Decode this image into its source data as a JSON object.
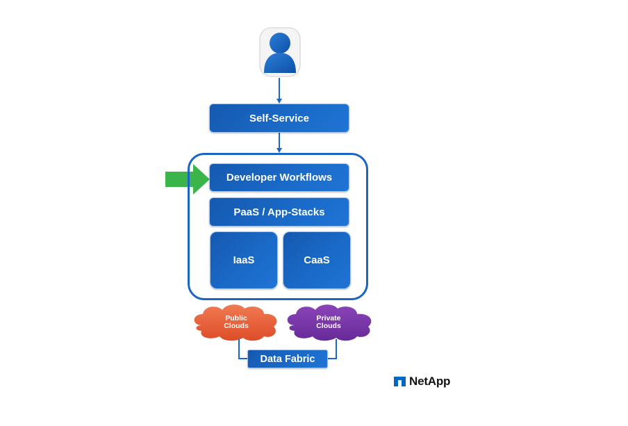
{
  "diagram": {
    "user_icon": "user-icon",
    "self_service": "Self-Service",
    "stack": {
      "developer_workflows": "Developer Workflows",
      "paas": "PaaS / App-Stacks",
      "iaas": "IaaS",
      "caas": "CaaS"
    },
    "highlight_arrow": "green-arrow-icon",
    "clouds": {
      "public": [
        "Public",
        "Clouds"
      ],
      "private": [
        "Private",
        "Clouds"
      ]
    },
    "data_fabric": "Data Fabric",
    "colors": {
      "box_blue": "#1a63bf",
      "outline_blue": "#1b66c2",
      "arrow_green": "#3bb54a",
      "public_cloud": "#e8613a",
      "private_cloud": "#7a35a8"
    }
  },
  "brand": {
    "name": "NetApp"
  }
}
